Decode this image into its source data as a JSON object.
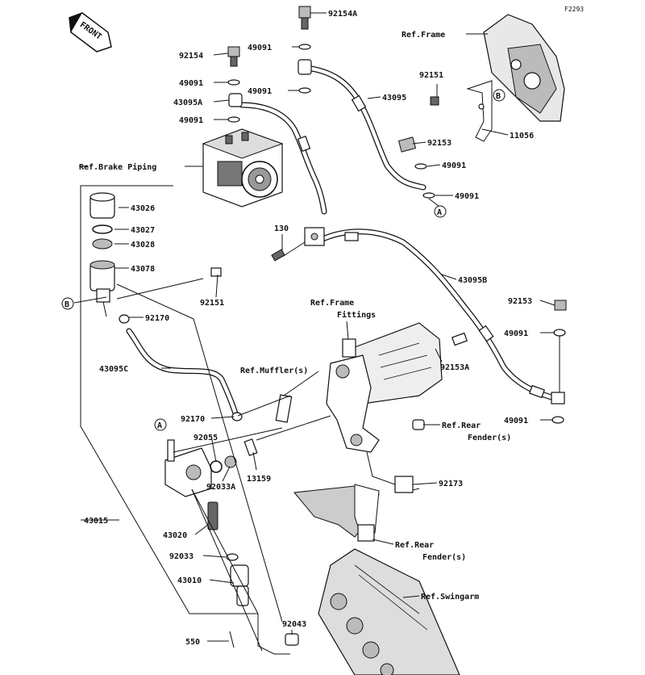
{
  "figure_code": "F2293",
  "front_label": "FRONT",
  "callouts": {
    "p92154A": "92154A",
    "p49091_top": "49091",
    "p92154": "92154",
    "p49091_a": "49091",
    "p49091_b": "49091",
    "p43095A": "43095A",
    "p49091_c": "49091",
    "p43095": "43095",
    "p92151_top": "92151",
    "p11056": "11056",
    "p92153_top": "92153",
    "p49091_d": "49091",
    "p49091_e": "49091",
    "p130": "130",
    "p43095B": "43095B",
    "p43026": "43026",
    "p43027": "43027",
    "p43028": "43028",
    "p43078": "43078",
    "p92151_mid": "92151",
    "p92170_a": "92170",
    "p43095C": "43095C",
    "p92153A": "92153A",
    "p92153_right": "92153",
    "p49091_f": "49091",
    "p49091_g": "49091",
    "p92170_b": "92170",
    "p92055": "92055",
    "p92033A": "92033A",
    "p13159": "13159",
    "p92173": "92173",
    "p43015": "43015",
    "p43020": "43020",
    "p92033": "92033",
    "p43010": "43010",
    "p92043": "92043",
    "p550": "550"
  },
  "refs": {
    "frame": "Ref.Frame",
    "brake_piping": "Ref.Brake Piping",
    "frame_fittings_1": "Ref.Frame",
    "frame_fittings_2": "Fittings",
    "muffler": "Ref.Muffler(s)",
    "rear_fender_a_1": "Ref.Rear",
    "rear_fender_a_2": "Fender(s)",
    "rear_fender_b_1": "Ref.Rear",
    "rear_fender_b_2": "Fender(s)",
    "swingarm": "Ref.Swingarm"
  },
  "markers": {
    "a_top": "A",
    "a_left": "A",
    "b_frame": "B",
    "b_left": "B"
  }
}
